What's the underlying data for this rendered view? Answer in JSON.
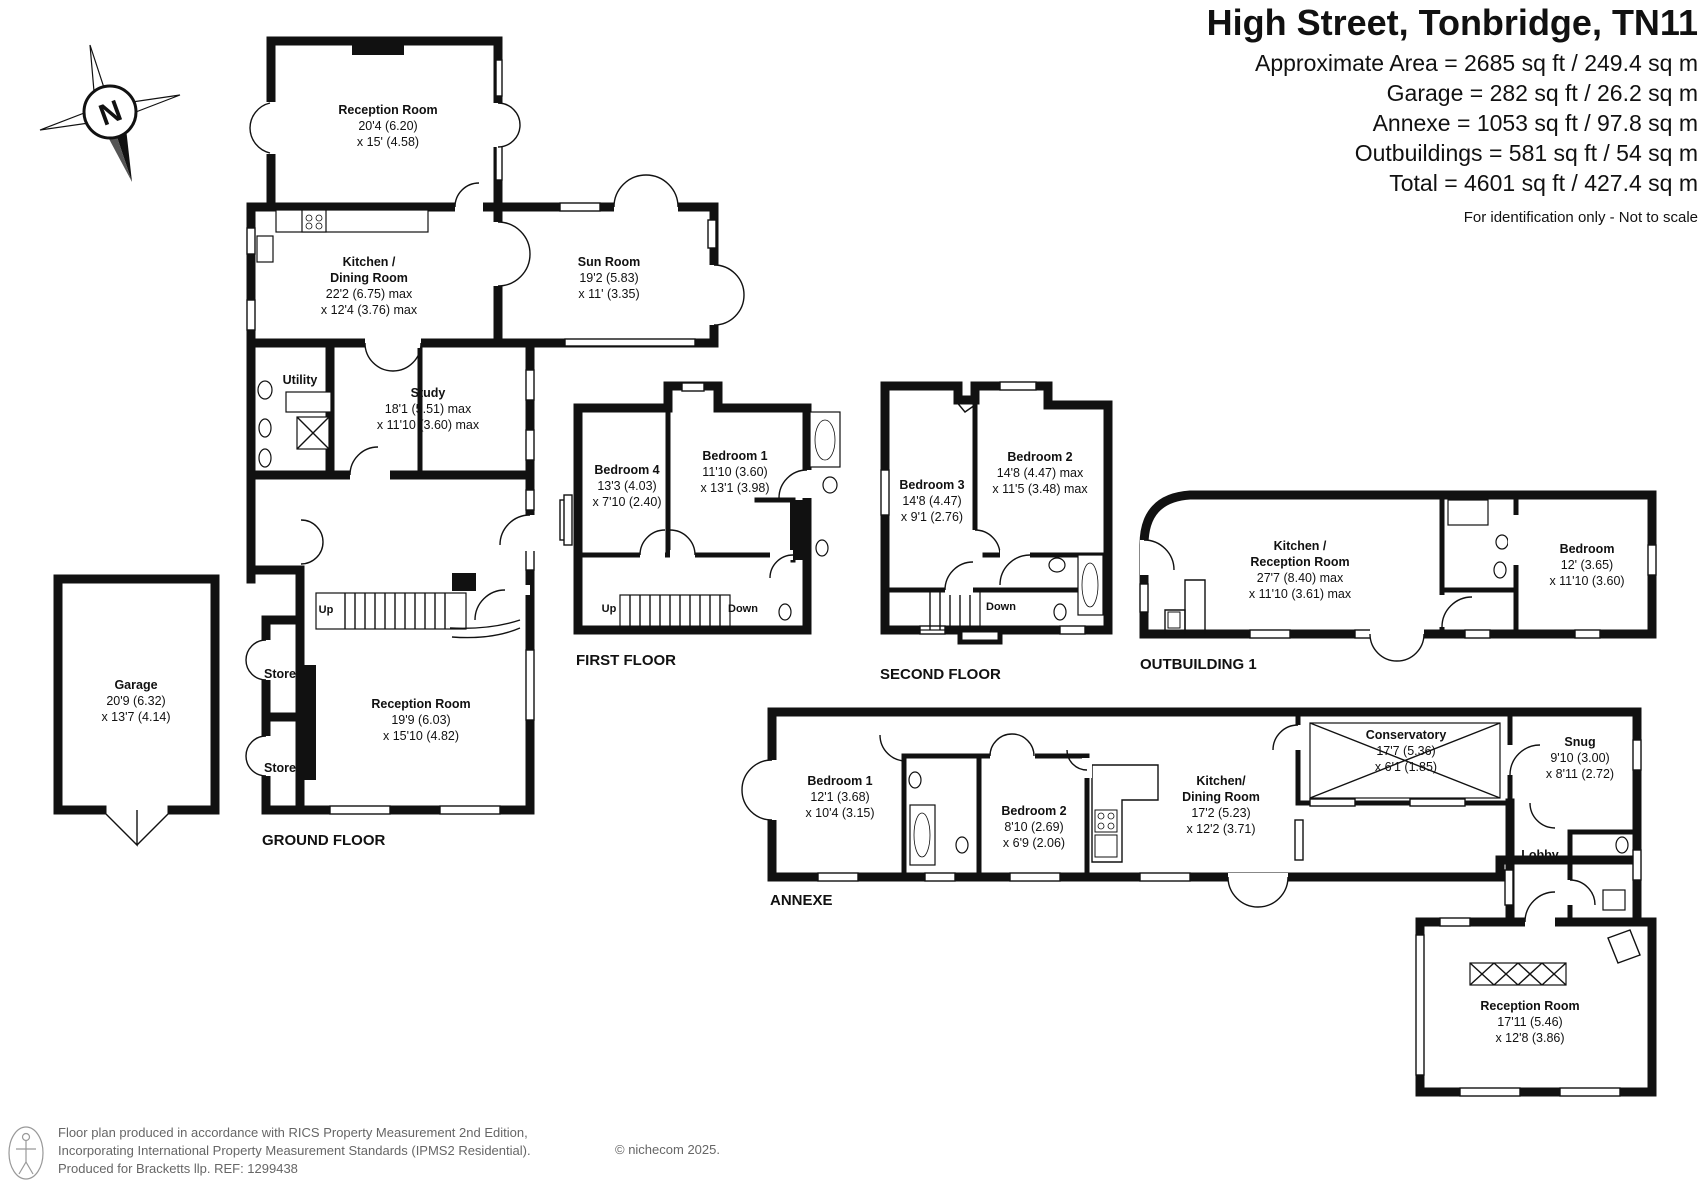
{
  "header": {
    "title": "High Street, Tonbridge, TN11",
    "areas": [
      "Approximate Area = 2685 sq ft / 249.4 sq m",
      "Garage = 282 sq ft / 26.2 sq m",
      "Annexe = 1053 sq ft / 97.8 sq m",
      "Outbuildings = 581 sq ft / 54 sq m",
      "Total = 4601 sq ft / 427.4 sq m"
    ],
    "note": "For identification only - Not to scale"
  },
  "compass": {
    "letter": "N"
  },
  "floors": {
    "ground": "GROUND FLOOR",
    "first": "FIRST FLOOR",
    "second": "SECOND FLOOR",
    "outbuilding": "OUTBUILDING 1",
    "annexe": "ANNEXE"
  },
  "rooms": {
    "garage": {
      "name": "Garage",
      "d1": "20'9 (6.32)",
      "d2": "x 13'7 (4.14)"
    },
    "gf_reception_top": {
      "name": "Reception Room",
      "d1": "20'4 (6.20)",
      "d2": "x 15' (4.58)"
    },
    "gf_kitchen": {
      "name1": "Kitchen /",
      "name2": "Dining Room",
      "d1": "22'2 (6.75) max",
      "d2": "x 12'4 (3.76) max"
    },
    "gf_sun": {
      "name": "Sun Room",
      "d1": "19'2 (5.83)",
      "d2": "x 11' (3.35)"
    },
    "gf_utility": {
      "name": "Utility"
    },
    "gf_study": {
      "name": "Study",
      "d1": "18'1 (5.51) max",
      "d2": "x 11'10 (3.60) max"
    },
    "gf_store1": {
      "name": "Store"
    },
    "gf_store2": {
      "name": "Store"
    },
    "gf_up": {
      "name": "Up"
    },
    "gf_reception_bottom": {
      "name": "Reception Room",
      "d1": "19'9 (6.03)",
      "d2": "x 15'10 (4.82)"
    },
    "ff_bed4": {
      "name": "Bedroom 4",
      "d1": "13'3 (4.03)",
      "d2": "x 7'10 (2.40)"
    },
    "ff_bed1": {
      "name": "Bedroom 1",
      "d1": "11'10 (3.60)",
      "d2": "x 13'1 (3.98)"
    },
    "ff_up": {
      "name": "Up"
    },
    "ff_down": {
      "name": "Down"
    },
    "sf_bed3": {
      "name": "Bedroom 3",
      "d1": "14'8 (4.47)",
      "d2": "x 9'1 (2.76)"
    },
    "sf_bed2": {
      "name": "Bedroom 2",
      "d1": "14'8 (4.47) max",
      "d2": "x 11'5 (3.48) max"
    },
    "sf_down": {
      "name": "Down"
    },
    "ob_kitchen": {
      "name1": "Kitchen /",
      "name2": "Reception Room",
      "d1": "27'7 (8.40) max",
      "d2": "x 11'10 (3.61) max"
    },
    "ob_bed": {
      "name": "Bedroom",
      "d1": "12' (3.65)",
      "d2": "x 11'10 (3.60)"
    },
    "an_bed1": {
      "name": "Bedroom 1",
      "d1": "12'1 (3.68)",
      "d2": "x 10'4 (3.15)"
    },
    "an_bed2": {
      "name": "Bedroom 2",
      "d1": "8'10 (2.69)",
      "d2": "x 6'9 (2.06)"
    },
    "an_kitchen": {
      "name1": "Kitchen/",
      "name2": "Dining Room",
      "d1": "17'2 (5.23)",
      "d2": "x 12'2 (3.71)"
    },
    "an_conservatory": {
      "name": "Conservatory",
      "d1": "17'7 (5.36)",
      "d2": "x 6'1 (1.85)"
    },
    "an_snug": {
      "name": "Snug",
      "d1": "9'10 (3.00)",
      "d2": "x 8'11 (2.72)"
    },
    "an_lobby": {
      "name": "Lobby"
    },
    "an_reception": {
      "name": "Reception Room",
      "d1": "17'11 (5.46)",
      "d2": "x 12'8 (3.86)"
    }
  },
  "footer": {
    "line1": "Floor plan produced in accordance with RICS Property Measurement 2nd Edition,",
    "line2": "Incorporating International Property Measurement Standards (IPMS2 Residential).",
    "line3": "Produced for Bracketts llp.   REF:  1299438",
    "copyright": "© nichecom 2025."
  }
}
